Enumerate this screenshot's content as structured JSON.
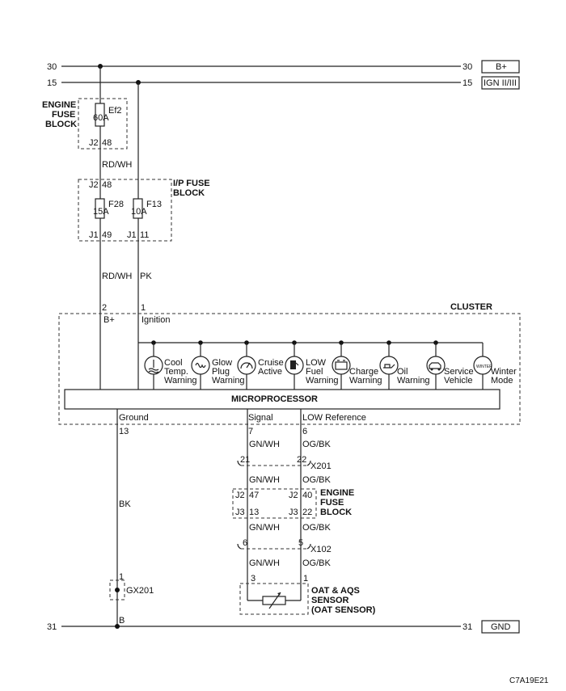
{
  "rails": {
    "top_num": "30",
    "top_label": "B+",
    "ign_num": "15",
    "ign_label": "IGN II/III",
    "gnd_num": "31",
    "gnd_label": "GND"
  },
  "engine_fuse_block_top": {
    "label_line1": "ENGINE",
    "label_line2": "FUSE",
    "label_line3": "BLOCK",
    "fuse_id": "Ef2",
    "fuse_rating": "60A",
    "connector": "J2",
    "pin": "48"
  },
  "ip_fuse_block": {
    "label_line1": "I/P FUSE",
    "label_line2": "BLOCK",
    "conn_top": "J2",
    "pin_top": "48",
    "f28_id": "F28",
    "f28_rating": "15A",
    "f13_id": "F13",
    "f13_rating": "10A",
    "conn_left": "J1",
    "pin_left": "49",
    "conn_right": "J1",
    "pin_right": "11"
  },
  "wires": {
    "rdwh_1": "RD/WH",
    "rdwh_2": "RD/WH",
    "pk": "PK",
    "bk": "BK",
    "gnwh_1": "GN/WH",
    "ogbk_1": "OG/BK",
    "gnwh_2": "GN/WH",
    "ogbk_2": "OG/BK",
    "gnwh_3": "GN/WH",
    "ogbk_3": "OG/BK",
    "gnwh_4": "GN/WH",
    "ogbk_4": "OG/BK",
    "b": "B"
  },
  "cluster": {
    "label": "CLUSTER",
    "pin_bplus": "2",
    "pin_bplus_label": "B+",
    "pin_ign": "1",
    "pin_ign_label": "Ignition",
    "micro": "MICROPROCESSOR",
    "ground_label": "Ground",
    "ground_pin": "13",
    "signal_label": "Signal",
    "signal_pin": "7",
    "lowref_label": "LOW Reference",
    "lowref_pin": "6",
    "winter_icon_text": "WINTER",
    "indicators": [
      {
        "l1": "Cool",
        "l2": "Temp.",
        "l3": "Warning",
        "icon": "coolant-temp-icon"
      },
      {
        "l1": "Glow",
        "l2": "Plug",
        "l3": "Warning",
        "icon": "glow-plug-icon"
      },
      {
        "l1": "Cruise",
        "l2": "Active",
        "l3": "",
        "icon": "cruise-icon"
      },
      {
        "l1": "LOW",
        "l2": "Fuel",
        "l3": "Warning",
        "icon": "fuel-icon"
      },
      {
        "l1": "",
        "l2": "Charge",
        "l3": "Warning",
        "icon": "battery-icon"
      },
      {
        "l1": "",
        "l2": "Oil",
        "l3": "Warning",
        "icon": "oil-can-icon"
      },
      {
        "l1": "",
        "l2": "Service",
        "l3": "Vehicle",
        "icon": "service-vehicle-icon"
      },
      {
        "l1": "",
        "l2": "Winter",
        "l3": "Mode",
        "icon": "winter-icon"
      }
    ]
  },
  "x201": {
    "name": "X201",
    "pin_left": "21",
    "pin_right": "22"
  },
  "engine_fuse_block_mid": {
    "label_line1": "ENGINE",
    "label_line2": "FUSE",
    "label_line3": "BLOCK",
    "c1": "J2",
    "p1": "47",
    "c2": "J2",
    "p2": "40",
    "c3": "J3",
    "p3": "13",
    "c4": "J3",
    "p4": "22"
  },
  "x102": {
    "name": "X102",
    "pin_left": "6",
    "pin_right": "5"
  },
  "sensor": {
    "label_line1": "OAT & AQS",
    "label_line2": "SENSOR",
    "label_line3": "(OAT SENSOR)",
    "pin_left": "3",
    "pin_right": "1"
  },
  "ground_point": {
    "name": "GX201",
    "pin": "1"
  },
  "diagram_code": "C7A19E21"
}
